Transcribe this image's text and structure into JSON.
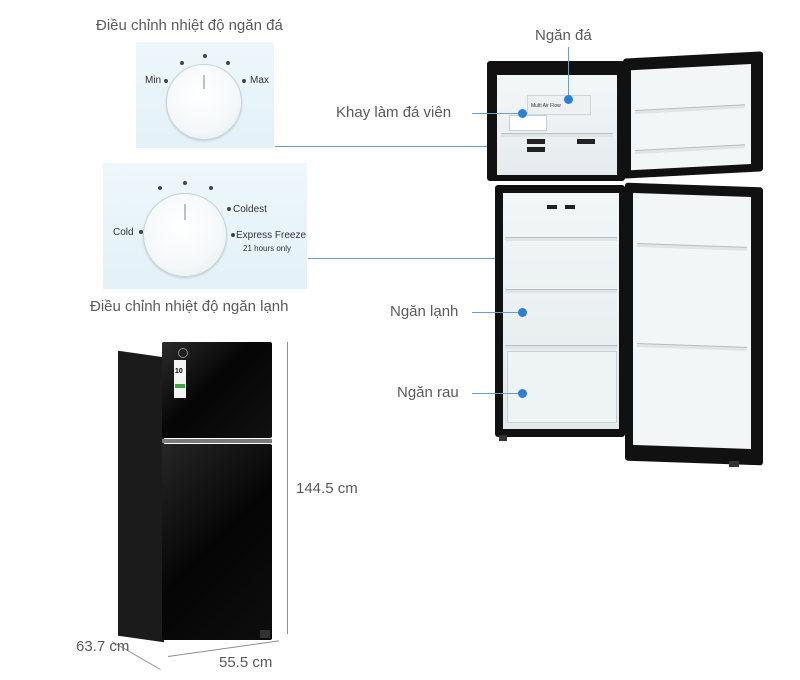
{
  "titles": {
    "freezer_control": "Điều chỉnh nhiệt độ ngăn đá",
    "fridge_control": "Điều chỉnh nhiệt độ ngăn lạnh"
  },
  "freezer_dial": {
    "min": "Min",
    "max": "Max"
  },
  "fridge_dial": {
    "cold": "Cold",
    "coldest": "Coldest",
    "express": "Express Freeze",
    "express_note": "21 hours only"
  },
  "callouts": {
    "ngan_da": "Ngăn đá",
    "khay": "Khay làm đá viên",
    "ngan_lanh": "Ngăn lạnh",
    "ngan_rau": "Ngăn rau"
  },
  "airflow_text": "Multi Air Flow",
  "dimensions": {
    "height": "144.5 cm",
    "depth": "63.7 cm",
    "width": "55.5 cm"
  },
  "energy_label": "10",
  "colors": {
    "accent": "#2a7fd6",
    "fridge_body": "#0c0c0c",
    "panel_bg": "#e6f2f8"
  }
}
